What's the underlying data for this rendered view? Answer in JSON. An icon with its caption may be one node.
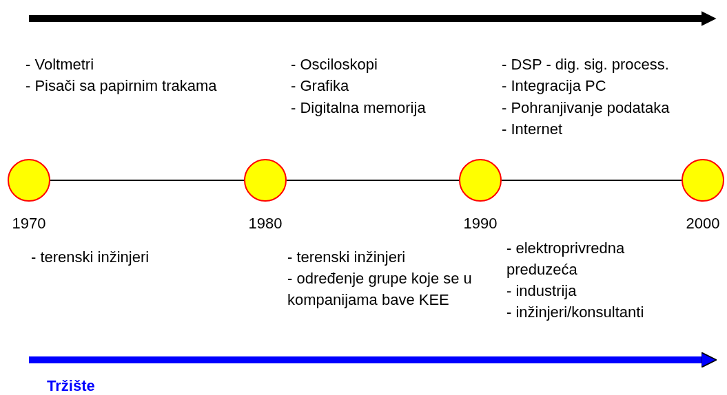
{
  "diagram": {
    "nodes": [
      {
        "text": [],
        "shape": "circle",
        "beside": [
          "1970"
        ]
      },
      {
        "text": [],
        "shape": "circle",
        "beside": [
          "1980"
        ]
      },
      {
        "text": [],
        "shape": "circle",
        "beside": [
          "1990"
        ]
      },
      {
        "text": [],
        "shape": "circle",
        "beside": [
          "2000"
        ]
      }
    ],
    "edges": [
      {
        "from": 0,
        "to": 1,
        "arrow": "none"
      },
      {
        "from": 1,
        "to": 2,
        "arrow": "none"
      },
      {
        "from": 2,
        "to": 3,
        "arrow": "none"
      }
    ],
    "labels": [
      "- Voltmetri",
      "- Pisači sa papirnim trakama",
      "- Osciloskopi",
      "- Grafika",
      "- Digitalna memorija",
      "- DSP - dig. sig. process.",
      "- Integracija PC",
      "- Pohranjivanje podataka",
      "- Internet",
      "- terenski inžinjeri",
      "- terenski inžinjeri",
      "- određenje grupe koje se u kompanijama bave KEE",
      "- elektroprivredna preduzeća",
      "- industrija",
      "- inžinjeri/konsultanti",
      "Tržište"
    ]
  }
}
